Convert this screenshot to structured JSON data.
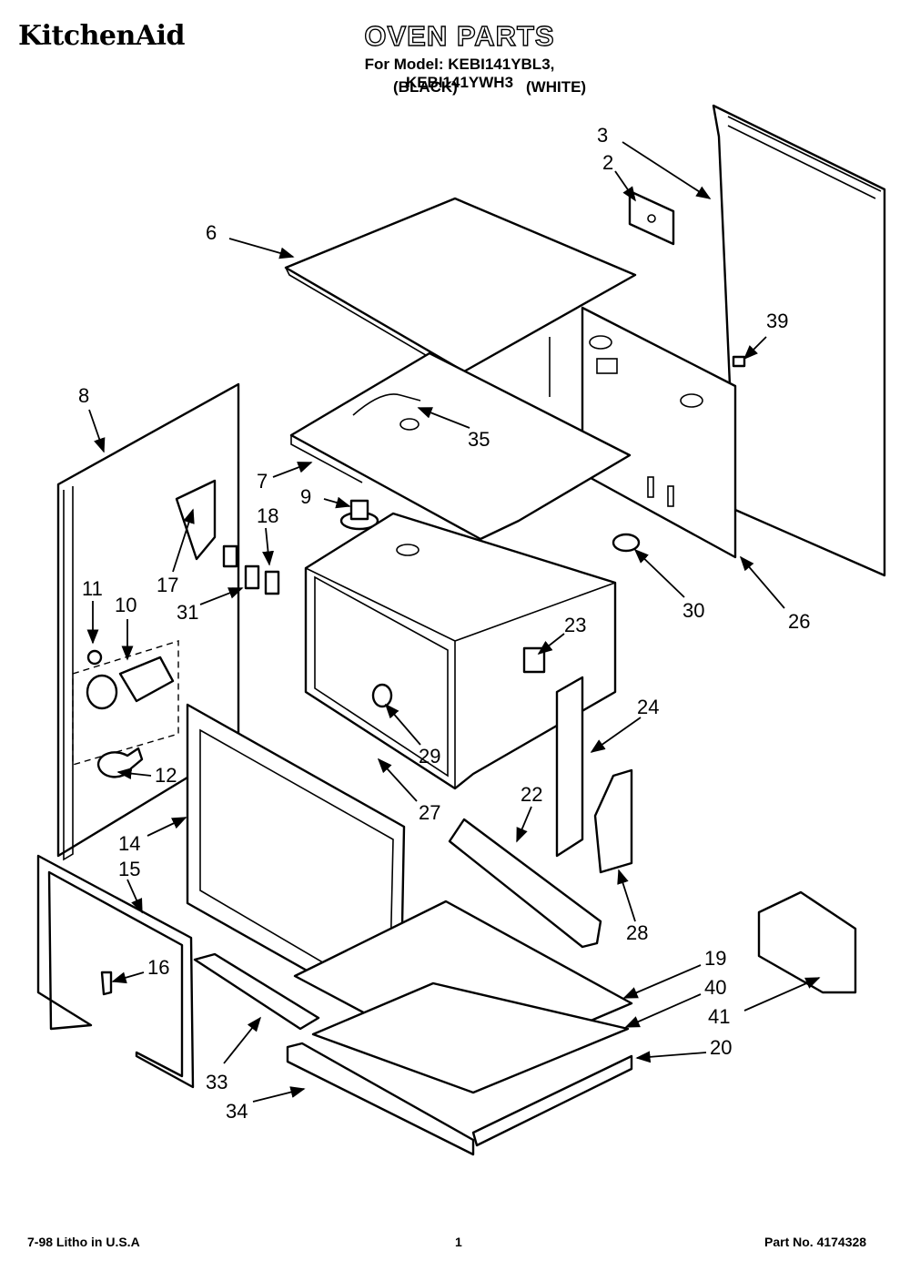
{
  "header": {
    "brand": "KitchenAid",
    "title": "OVEN PARTS",
    "model_line": "For Model: KEBI141YBL3, KEBI141YWH3",
    "color_black": "(BLACK)",
    "color_white": "(WHITE)"
  },
  "callouts": [
    "3",
    "2",
    "6",
    "39",
    "8",
    "35",
    "7",
    "9",
    "18",
    "17",
    "11",
    "10",
    "31",
    "30",
    "26",
    "23",
    "24",
    "29",
    "12",
    "27",
    "22",
    "14",
    "15",
    "28",
    "16",
    "19",
    "40",
    "41",
    "20",
    "33",
    "34"
  ],
  "footer": {
    "left": "7-98  Litho in U.S.A",
    "center": "1",
    "right": "Part No. 4174328"
  }
}
